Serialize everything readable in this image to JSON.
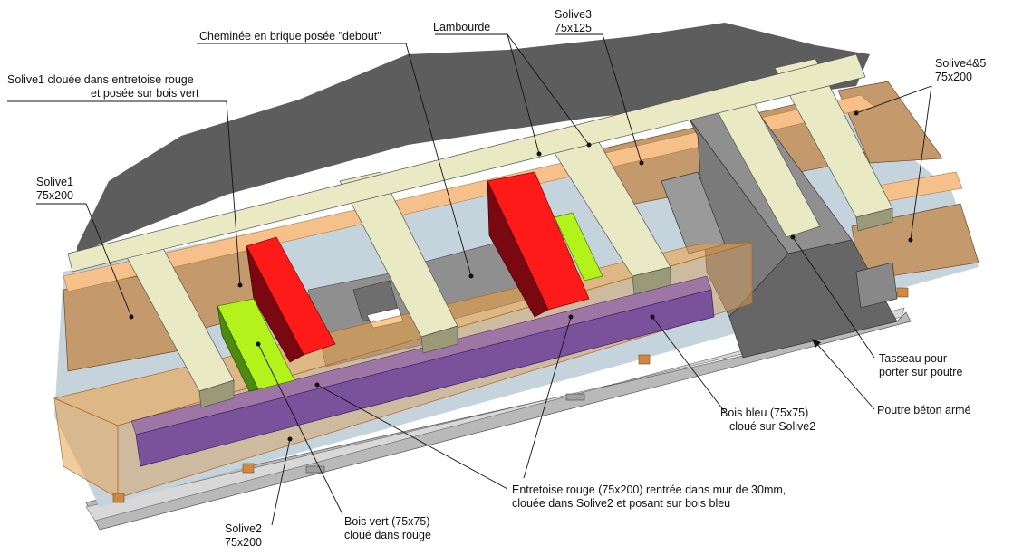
{
  "labels": {
    "cheminee": "Cheminée en brique posée \"debout\"",
    "lambourde": "Lambourde",
    "solive3_name": "Solive3",
    "solive3_size": "75x125",
    "solive45_name": "Solive4&5",
    "solive45_size": "75x200",
    "solive1_cloue_l1": "Solive1 clouée dans entretoise rouge",
    "solive1_cloue_l2": "et posée sur bois vert",
    "solive1_name": "Solive1",
    "solive1_size": "75x200",
    "tasseau_l1": "Tasseau pour",
    "tasseau_l2": "porter sur poutre",
    "poutre": "Poutre béton armé",
    "bois_bleu_l1": "Bois bleu (75x75)",
    "bois_bleu_l2": "cloué sur Solive2",
    "entretoise_l1": "Entretoise rouge (75x200) rentrée dans mur de 30mm,",
    "entretoise_l2": "clouée dans Solive2 et posant sur bois bleu",
    "bois_vert_l1": "Bois vert (75x75)",
    "bois_vert_l2": "cloué dans rouge",
    "solive2_name": "Solive2",
    "solive2_size": "75x200"
  },
  "colors": {
    "wall": "#5d5d5d",
    "joist": "#e9e9c3",
    "wood": "#c49a6c",
    "plank": "#f5c089",
    "concrete": "#8f8f8f",
    "red": "#ff1a1a",
    "green": "#b3f21a",
    "blue": "#6a3f9a",
    "orange_tr": "#f0a040"
  }
}
